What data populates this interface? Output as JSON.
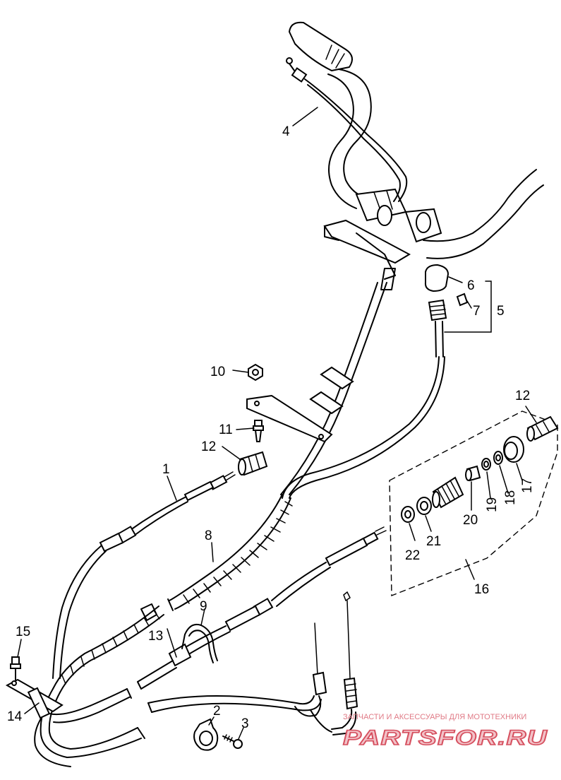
{
  "diagram": {
    "callouts": {
      "c1": "1",
      "c2": "2",
      "c3": "3",
      "c4": "4",
      "c5": "5",
      "c6": "6",
      "c7": "7",
      "c8": "8",
      "c9": "9",
      "c10": "10",
      "c11": "11",
      "c12a": "12",
      "c12b": "12",
      "c13": "13",
      "c14": "14",
      "c15": "15",
      "c16": "16",
      "c17": "17",
      "c18": "18",
      "c19": "19",
      "c20": "20",
      "c21": "21",
      "c22": "22"
    }
  },
  "watermark": {
    "tagline": "ЗАПЧАСТИ И АКСЕССУАРЫ ДЛЯ МОТОТЕХНИКИ",
    "brand": "PARTSFOR.RU",
    "colors": {
      "fill": "#f2c3c9",
      "stroke": "#d6505f",
      "tagline": "#e07a86"
    }
  }
}
